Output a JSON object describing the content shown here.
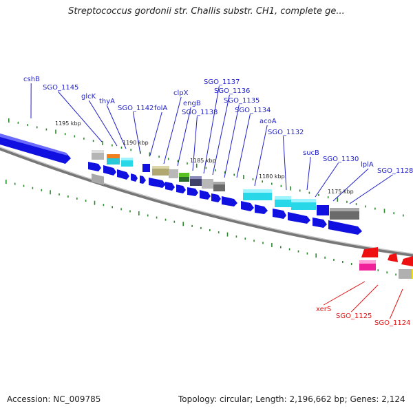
{
  "title": "Streptococcus gordonii str. Challis substr. CH1, complete ge...",
  "footer": {
    "accession": "Accession: NC_009785",
    "summary": "Topology: circular; Length: 2,196,662 bp; Genes: 2,124"
  },
  "colors": {
    "forward_gene": "#1010e0",
    "label_blue": "#1f1fc8",
    "label_red": "#e01515",
    "backbone": "#8a8a8a",
    "tick_green": "#2a8a2a",
    "cyan": "#28d8e8",
    "gray": "#a8a8a8",
    "olive": "#b0a870",
    "navy": "#40406a",
    "green": "#58c020",
    "orange": "#f08020",
    "red": "#ee1010",
    "pink": "#f0209a"
  },
  "kbp_marks": [
    "1195 kbp",
    "1190 kbp",
    "1185 kbp",
    "1180 kbp",
    "1175 kbp"
  ],
  "gene_labels_top": [
    "cshB",
    "SGO_1145",
    "glcK",
    "thyA",
    "SGO_1142",
    "folA",
    "clpX",
    "engB",
    "SGO_1138",
    "SGO_1137",
    "SGO_1136",
    "SGO_1135",
    "SGO_1134",
    "acoA",
    "SGO_1132",
    "sucB",
    "SGO_1130",
    "lplA",
    "SGO_1128"
  ],
  "gene_labels_bottom": [
    "xerS",
    "SGO_1125",
    "SGO_1124"
  ]
}
